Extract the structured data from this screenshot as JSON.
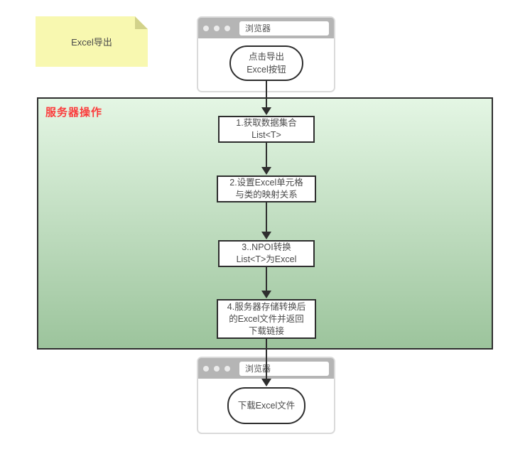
{
  "note": {
    "text": "Excel导出"
  },
  "top_browser": {
    "title": "浏览器",
    "node_lines": [
      "点击导出",
      "Excel按钮"
    ]
  },
  "server_box": {
    "label": "服务器操作",
    "steps": [
      {
        "lines": [
          "1.获取数据集合",
          "List<T>"
        ]
      },
      {
        "lines": [
          "2.设置Excel单元格",
          "与类的映射关系"
        ]
      },
      {
        "lines": [
          "3..NPOI转换",
          "List<T>为Excel"
        ]
      },
      {
        "lines": [
          "4.服务器存储转换后",
          "的Excel文件并返回",
          "下载链接"
        ]
      }
    ]
  },
  "bottom_browser": {
    "title": "浏览器",
    "node_text": "下载Excel文件"
  },
  "colors": {
    "note_yellow": "#f8f8b0",
    "note_fold": "#d2d28a",
    "titlebar_gray": "#b5b5b5",
    "server_gradient_top": "#e4f6e4",
    "server_gradient_bottom": "#9cc49c",
    "server_label_red": "#fb3c3c",
    "outline_dark": "#2e2e2e"
  }
}
